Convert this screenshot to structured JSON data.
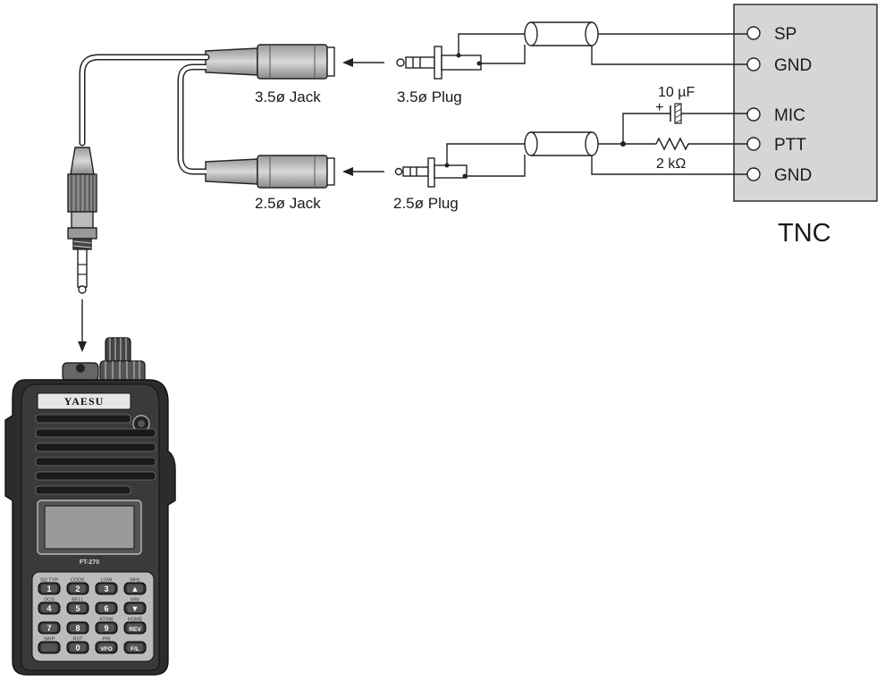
{
  "labels": {
    "jack_35": "3.5ø Jack",
    "plug_35": "3.5ø Plug",
    "jack_25": "2.5ø Jack",
    "plug_25": "2.5ø Plug",
    "capacitor": "10 µF",
    "capacitor_polarity": "+",
    "resistor": "2 kΩ",
    "tnc": "TNC"
  },
  "tnc_pins": [
    "SP",
    "GND",
    "MIC",
    "PTT",
    "GND"
  ],
  "radio": {
    "brand": "YAESU",
    "model": "FT-270",
    "keys": [
      {
        "top": "SQ TYP",
        "key": "1"
      },
      {
        "top": "CODE",
        "key": "2"
      },
      {
        "top": "LOW",
        "key": "3"
      },
      {
        "top": "MHz",
        "key": "▲"
      },
      {
        "top": "DCS",
        "key": "4"
      },
      {
        "top": "BELL",
        "key": "5"
      },
      {
        "top": "",
        "key": "6"
      },
      {
        "top": "MW",
        "key": "▼"
      },
      {
        "top": "",
        "key": "7"
      },
      {
        "top": "",
        "key": "8"
      },
      {
        "top": "ATSW",
        "key": "9"
      },
      {
        "top": "HOME",
        "key": "REV"
      },
      {
        "top": "SKIP",
        "key": ""
      },
      {
        "top": "RST",
        "key": "0"
      },
      {
        "top": "PRI",
        "key": "VFO"
      },
      {
        "top": "",
        "key": "F/L"
      }
    ]
  }
}
